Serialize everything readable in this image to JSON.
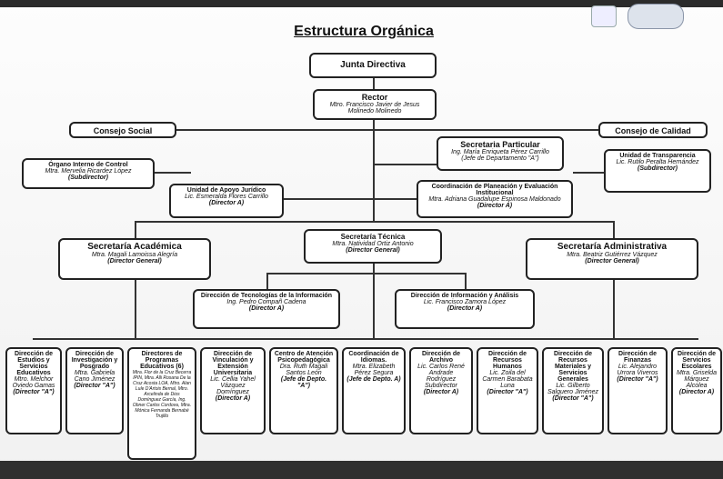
{
  "title": "Estructura Orgánica",
  "junta": "Junta Directiva",
  "rector": {
    "title": "Rector",
    "name": "Mtro. Francisco Javier de Jesus Molinedo Molinedo"
  },
  "consejo_social": "Consejo Social",
  "consejo_calidad": "Consejo de Calidad",
  "particular": {
    "title": "Secretaria Particular",
    "name": "Ing. María Enriqueta Pérez Carrillo",
    "role": "(Jefe de Departamento \"A\")"
  },
  "organo": {
    "title": "Órgano Interno de Control",
    "name": "Mtra. Mervelia Ricardez López",
    "role": "(Subdirector)"
  },
  "transparencia": {
    "title": "Unidad de Transparencia",
    "name": "Lic. Rutilo Peralta Hernández",
    "role": "(Subdirector)"
  },
  "juridico": {
    "title": "Unidad de Apoyo Jurídico",
    "name": "Lic. Esmeralda Flores Carrillo",
    "role": "(Director A)"
  },
  "planeacion": {
    "title": "Coordinación de Planeación y Evaluación Institucional",
    "name": "Mtra. Adriana Guadalupe Espinosa Maldonado",
    "role": "(Director A)"
  },
  "academica": {
    "title": "Secretaría Académica",
    "name": "Mtra. Magali Lamoissa Alegría",
    "role": "(Director General)"
  },
  "tecnica": {
    "title": "Secretaría Técnica",
    "name": "Mtra. Natividad Ortiz Antonio",
    "role": "(Director General)"
  },
  "administrativa": {
    "title": "Secretaría Administrativa",
    "name": "Mtra. Beatriz Gutiérrez Vázquez",
    "role": "(Director General)"
  },
  "tecnologias": {
    "title": "Dirección de Tecnologías de la Información",
    "name": "Ing. Pedro Compañ Cadena",
    "role": "(Director A)"
  },
  "informacion": {
    "title": "Dirección de Información y Análisis",
    "name": "Lic. Francisco Zamora López",
    "role": "(Director A)"
  },
  "bottom": [
    {
      "title": "Dirección de Estudios y Servicios Educativos",
      "name": "Mtro. Melchor Oviedo Gamas",
      "role": "(Director \"A\")"
    },
    {
      "title": "Dirección de Investigación y Posgrado",
      "name": "Mtra. Gabriela Cano Jiménez",
      "role": "(Director \"A\")"
    },
    {
      "title": "Directores de Programas Educativos (6)",
      "name": "Mtra. Flor de la Cruz Becerra IPIN, Mtra. Alli Rosana De la Cruz Acosta LOA, Mtro. Alan Lule D'Artois Bernal, Mtro. Arcelinda de Dios Domínguez García, Ing. Obner Carlos Cordova, Mtra. Mónica Fernanda Bernabé Trujillo",
      "role": ""
    },
    {
      "title": "Dirección de Vinculación y Extensión Universitaria",
      "name": "Lic. Cellia Yahel Vázquez Domínguez",
      "role": "(Director A)"
    },
    {
      "title": "Centro de Atención Psicopedagógica",
      "name": "Dra. Ruth Magali Santos León",
      "role": "(Jefe de Depto. \"A\")"
    },
    {
      "title": "Coordinación de Idiomas.",
      "name": "Mtra. Elizabeth Pérez Segura",
      "role": "(Jefe de Depto. A)"
    },
    {
      "title": "Dirección de Archivo",
      "name": "Lic. Carlos René Andrade Rodríguez Subdirector",
      "role": "(Director A)"
    },
    {
      "title": "Dirección de Recursos Humanos",
      "name": "Lic. Zoila del Carmen Barabata Luna",
      "role": "(Director \"A\")"
    },
    {
      "title": "Dirección de Recursos Materiales y Servicios Generales",
      "name": "Lic. Gilberto Salguero Jiménez",
      "role": "(Director \"A\")"
    },
    {
      "title": "Dirección de Finanzas",
      "name": "Lic. Alejandro Urrora Viveros",
      "role": "(Director \"A\")"
    },
    {
      "title": "Dirección de Servicios Escolares",
      "name": "Mtra. Griselda Márquez Alcolea",
      "role": "(Director A)"
    }
  ]
}
